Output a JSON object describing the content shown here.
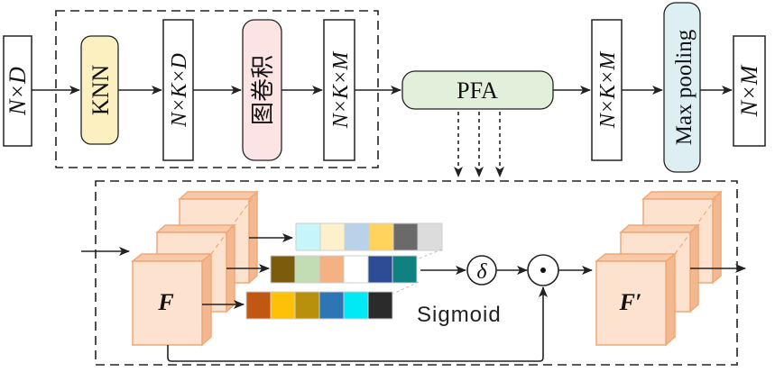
{
  "top_row": {
    "input": "N×D",
    "knn": "KNN",
    "after_knn": "N×K×D",
    "graph_conv": "图卷积",
    "after_conv": "N×K×M",
    "pfa": "PFA",
    "after_pfa": "N×K×M",
    "max_pooling": "Max pooling",
    "output": "N×M"
  },
  "detail": {
    "input_feature": "F",
    "output_feature": "F′",
    "delta_symbol": "δ",
    "dot_symbol": "⊙",
    "sigmoid": "Sigmoid",
    "row1_colors": [
      "#c6f6fa",
      "#fdf0cc",
      "#b9d2ea",
      "#ffd35c",
      "#6a6a6a",
      "#dcdcdc"
    ],
    "row2_colors": [
      "#7a5c0c",
      "#c2dcb4",
      "#f3b184",
      "#ffffff",
      "#2e4c96",
      "#108080"
    ],
    "row3_colors": [
      "#c05712",
      "#ffc107",
      "#b8900c",
      "#2e75b6",
      "#00e9f5",
      "#2b2b2b"
    ]
  },
  "colors": {
    "knn_fill": "#fdf0c0",
    "conv_fill": "#fce4e4",
    "pfa_fill": "#e2efda",
    "maxpool_fill": "#ddeff3",
    "cube_face": "#fde2cf",
    "cube_edge": "#f0a877"
  }
}
